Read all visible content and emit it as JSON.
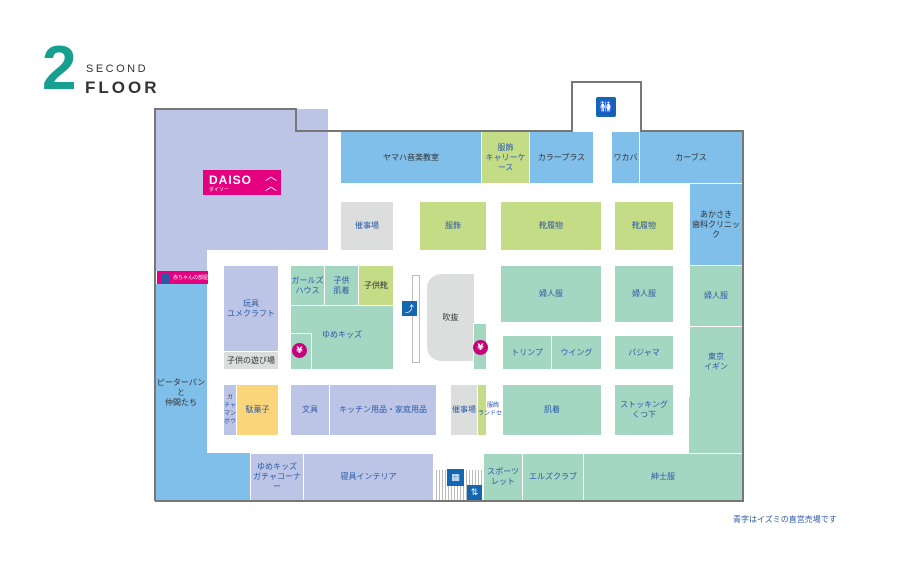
{
  "header": {
    "floor_number": "2",
    "floor_word1": "SECOND",
    "floor_word2": "FLOOR"
  },
  "daiso": {
    "logo": "DAISO",
    "sub": "ダイソー"
  },
  "baby_room": "赤ちゃんの部屋",
  "rooms": [
    {
      "label": "ヤマハ音楽教室"
    },
    {
      "label": "服飾\nキャリーケース"
    },
    {
      "label": "カラープラス"
    },
    {
      "label": "ワカバ"
    },
    {
      "label": "カーブス"
    },
    {
      "label": "あかさき\n歯科クリニック"
    },
    {
      "label": "催事場"
    },
    {
      "label": "服飾"
    },
    {
      "label": "靴履物"
    },
    {
      "label": "靴履物"
    },
    {
      "label": "玩具\nユメクラフト"
    },
    {
      "label": "子供の遊び場"
    },
    {
      "label": "ガールズ\nハウス"
    },
    {
      "label": "子供\n肌着"
    },
    {
      "label": "子供靴"
    },
    {
      "label": "ゆめキッズ"
    },
    {
      "label": "吹抜"
    },
    {
      "label": "婦人服"
    },
    {
      "label": "婦人服"
    },
    {
      "label": "婦人服"
    },
    {
      "label": "トリンプ"
    },
    {
      "label": "ウイング"
    },
    {
      "label": "パジャマ"
    },
    {
      "label": "東京\nイギン"
    },
    {
      "label": "ピーターパンと\n仲間たち"
    },
    {
      "label": "ガチャ\nマンボウ"
    },
    {
      "label": "駄菓子"
    },
    {
      "label": "文具"
    },
    {
      "label": "キッチン用品・家庭用品"
    },
    {
      "label": "催事場"
    },
    {
      "label": "服飾\nランドセル"
    },
    {
      "label": "肌着"
    },
    {
      "label": "ストッキング\nくつ下"
    },
    {
      "label": "ゆめキッズ\nガチャコーナー"
    },
    {
      "label": "寝具インテリア"
    },
    {
      "label": "スポーツ\nレット"
    },
    {
      "label": "エルズクラブ"
    },
    {
      "label": "紳士服"
    }
  ],
  "icons": {
    "yen": "¥",
    "restroom": "restroom-icon",
    "escalator": "escalator-icon",
    "elevator": "elevator-icon",
    "stairs": "stairs-icon"
  },
  "caption": "青字はイズミの直営売場です",
  "colors": {
    "brand_teal": "#17a08f",
    "daiso": "#e4007f",
    "izumi_text": "#2b5aa6"
  }
}
